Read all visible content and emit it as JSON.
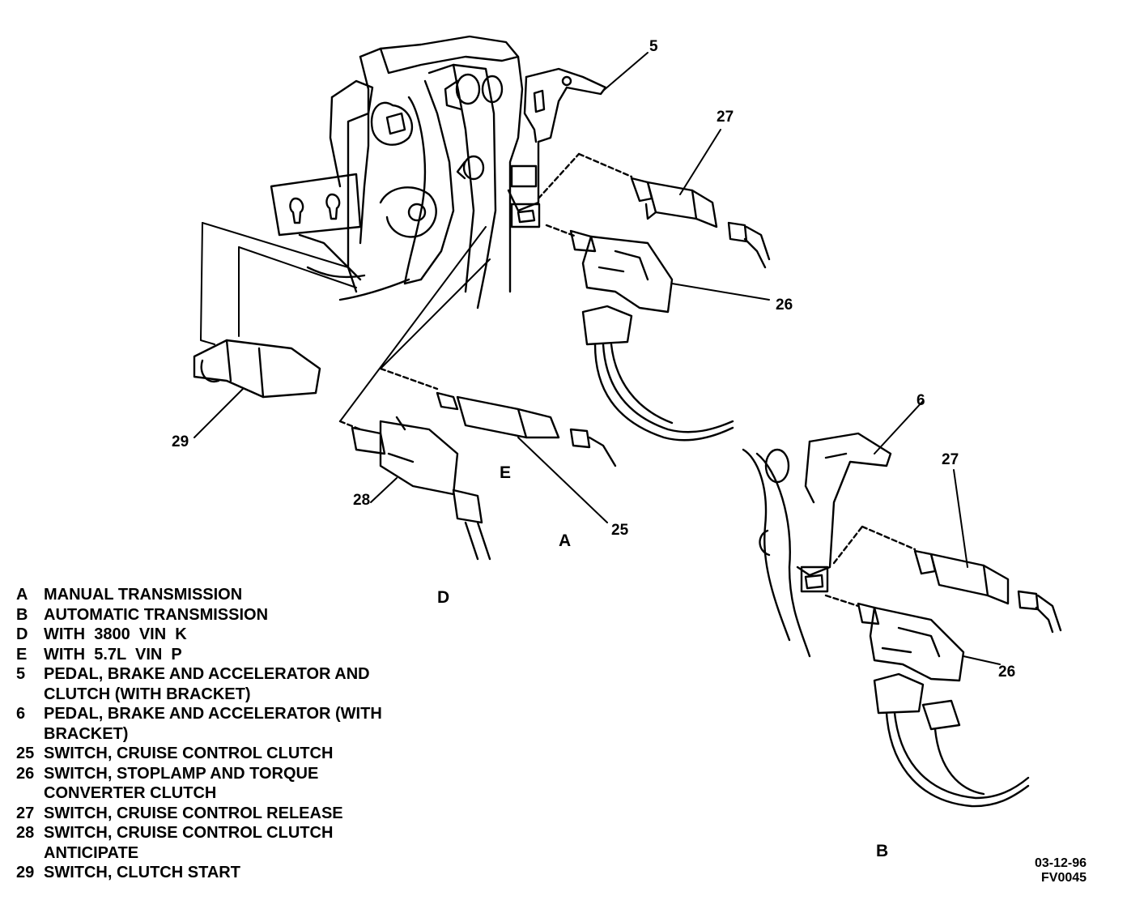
{
  "callouts": {
    "c5": "5",
    "c6": "6",
    "c25": "25",
    "c26_a": "26",
    "c26_b": "26",
    "c27_a": "27",
    "c27_b": "27",
    "c28": "28",
    "c29": "29"
  },
  "views": {
    "a": "A",
    "b": "B",
    "d": "D",
    "e": "E"
  },
  "legend": [
    {
      "key": "A",
      "text": "MANUAL TRANSMISSION"
    },
    {
      "key": "B",
      "text": "AUTOMATIC TRANSMISSION"
    },
    {
      "key": "D",
      "text": "WITH  3800  VIN  K"
    },
    {
      "key": "E",
      "text": "WITH  5.7L  VIN  P"
    },
    {
      "key": "5",
      "text": "PEDAL, BRAKE AND ACCELERATOR AND CLUTCH (WITH BRACKET)"
    },
    {
      "key": "6",
      "text": "PEDAL, BRAKE AND ACCELERATOR (WITH BRACKET)"
    },
    {
      "key": "25",
      "text": "SWITCH, CRUISE CONTROL CLUTCH"
    },
    {
      "key": "26",
      "text": "SWITCH, STOPLAMP AND TORQUE CONVERTER CLUTCH"
    },
    {
      "key": "27",
      "text": "SWITCH, CRUISE CONTROL RELEASE"
    },
    {
      "key": "28",
      "text": "SWITCH, CRUISE CONTROL CLUTCH ANTICIPATE"
    },
    {
      "key": "29",
      "text": "SWITCH, CLUTCH START"
    }
  ],
  "figure_code": {
    "date": "03-12-96",
    "id": "FV0045"
  }
}
